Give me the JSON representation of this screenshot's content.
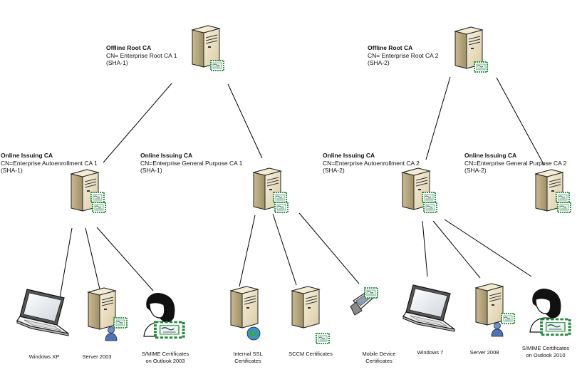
{
  "roots": [
    {
      "title": "Offline Root CA",
      "cn": "CN= Enterprise Root CA 1",
      "alg": "(SHA-1)"
    },
    {
      "title": "Offline Root CA",
      "cn": "CN= Enterprise Root CA 2",
      "alg": "(SHA-2)"
    }
  ],
  "issuing": [
    {
      "title": "Online Issuing CA",
      "cn": "CN=Enterprise Autoenrollment CA 1",
      "alg": "(SHA-1)"
    },
    {
      "title": "Online Issuing CA",
      "cn": "CN=Enterprise General Purpose CA 1",
      "alg": "(SHA-1)"
    },
    {
      "title": "Online Issuing CA",
      "cn": "CN=Enterprise Autoenrollment CA 2",
      "alg": "(SHA-2)"
    },
    {
      "title": "Online Issuing CA",
      "cn": "CN=Enterprise General Purpose CA 2",
      "alg": "(SHA-2)"
    }
  ],
  "endpoints": [
    {
      "line1": "Windows XP",
      "line2": ""
    },
    {
      "line1": "Server 2003",
      "line2": ""
    },
    {
      "line1": "S/MIME Certificates",
      "line2": "on Outlook 2003"
    },
    {
      "line1": "Internal SSL",
      "line2": "Certificates"
    },
    {
      "line1": "SCCM Certificates",
      "line2": ""
    },
    {
      "line1": "Mobile Device",
      "line2": "Certificates"
    },
    {
      "line1": "Windows 7",
      "line2": ""
    },
    {
      "line1": "Server 2008",
      "line2": ""
    },
    {
      "line1": "S/MIME Certificates",
      "line2": "on Outlook 2010"
    }
  ],
  "icons": {
    "server": "server-icon",
    "certificate": "certificate-icon",
    "laptop": "laptop-icon",
    "user": "user-icon",
    "globe": "globe-icon",
    "phone": "mobile-phone-icon"
  },
  "colors": {
    "server_face": "#eee4c8",
    "server_side": "#cfc29c",
    "cert_border": "#1f8a3a",
    "line": "#000000"
  }
}
